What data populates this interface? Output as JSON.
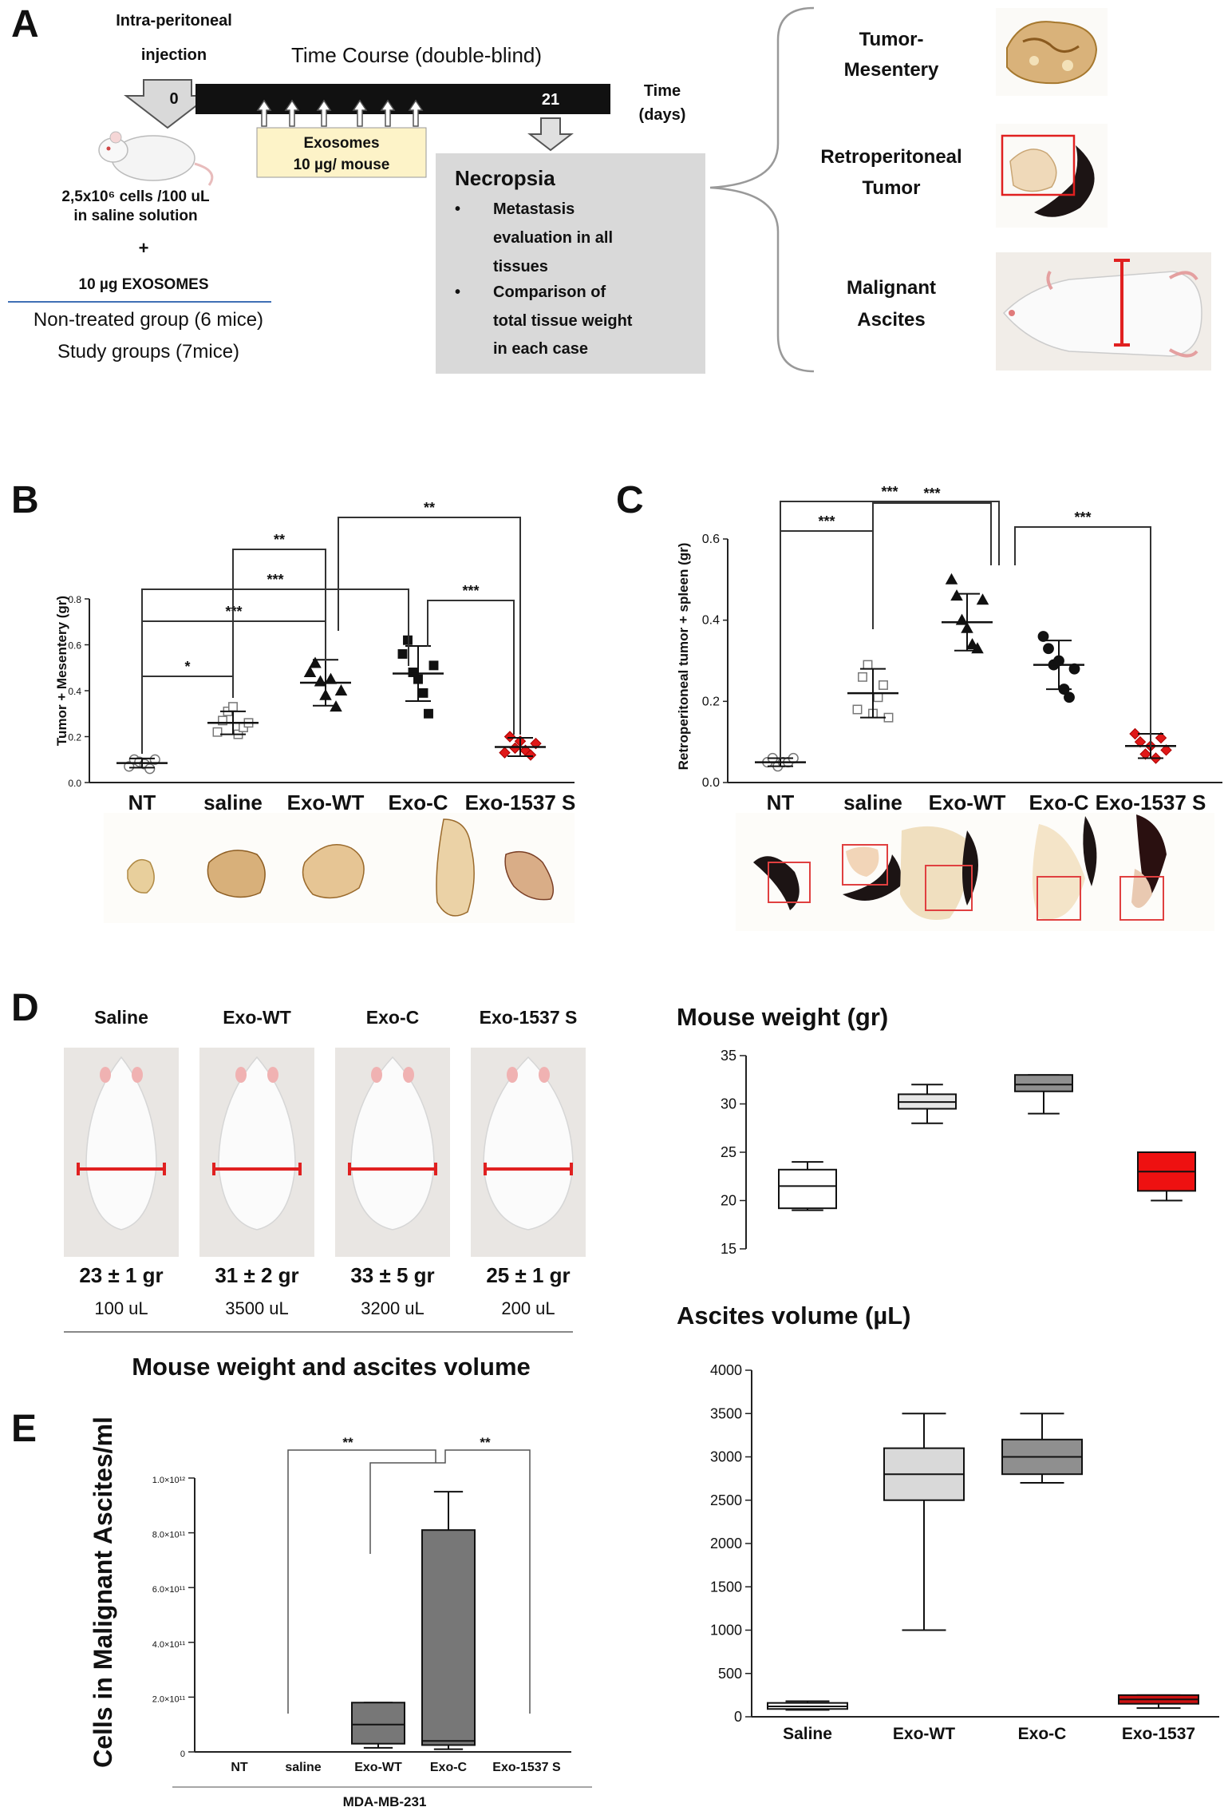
{
  "panelA": {
    "letter": "A",
    "injection_label_1": "Intra-peritoneal",
    "injection_label_2": "injection",
    "timecourse_label": "Time Course (double-blind)",
    "day_start": "0",
    "day_end": "21",
    "time_label_1": "Time",
    "time_label_2": "(days)",
    "exosomes_label_1": "Exosomes",
    "exosomes_label_2": "10 µg/ mouse",
    "cells_label_1": "2,5x10⁶ cells /100 uL",
    "cells_label_2": "in saline solution",
    "plus": "+",
    "exo_dose": "10 µg EXOSOMES",
    "group_nt": "Non-treated group (6 mice)",
    "group_study": "Study groups (7mice)",
    "necropsia_title": "Necropsia",
    "bullet_1_lines": [
      "Metastasis",
      "evaluation in all",
      "tissues"
    ],
    "bullet_2_lines": [
      "Comparison of",
      "total tissue weight",
      "in each case"
    ],
    "right_1_lines": [
      "Tumor-",
      "Mesentery"
    ],
    "right_2_lines": [
      "Retroperitoneal",
      "Tumor"
    ],
    "right_3_lines": [
      "Malignant",
      "Ascites"
    ]
  },
  "panelB": {
    "letter": "B",
    "chart_data": {
      "type": "scatter",
      "ylabel": "Tumor + Mesentery (gr)",
      "categories": [
        "NT",
        "saline",
        "Exo-WT",
        "Exo-C",
        "Exo-1537 S"
      ],
      "ylim": [
        0,
        0.8
      ],
      "yticks": [
        "0.0",
        "0.2",
        "0.4",
        "0.6",
        "0.8"
      ],
      "points": [
        [
          0.07,
          0.1,
          0.09,
          0.08,
          0.06,
          0.1
        ],
        [
          0.22,
          0.27,
          0.31,
          0.33,
          0.21,
          0.24,
          0.26
        ],
        [
          0.48,
          0.52,
          0.44,
          0.38,
          0.45,
          0.33,
          0.4
        ],
        [
          0.56,
          0.62,
          0.48,
          0.45,
          0.39,
          0.3,
          0.51
        ],
        [
          0.13,
          0.2,
          0.15,
          0.18,
          0.14,
          0.12,
          0.17
        ]
      ],
      "means": [
        0.085,
        0.26,
        0.435,
        0.475,
        0.155
      ],
      "sds": [
        0.02,
        0.05,
        0.1,
        0.12,
        0.04
      ],
      "brackets": [
        {
          "from": 0,
          "to": 1,
          "label": "*"
        },
        {
          "from": 0,
          "to": 2,
          "label": "***"
        },
        {
          "from": 0,
          "to": 3,
          "label": "***"
        },
        {
          "from": 1,
          "to": 2,
          "label": "**"
        },
        {
          "from": 2,
          "to": 4,
          "label": "**"
        },
        {
          "from": 3,
          "to": 4,
          "label": "***"
        }
      ]
    }
  },
  "panelC": {
    "letter": "C",
    "chart_data": {
      "type": "scatter",
      "ylabel": "Retroperitoneal tumor + spleen (gr)",
      "categories": [
        "NT",
        "saline",
        "Exo-WT",
        "Exo-C",
        "Exo-1537 S"
      ],
      "ylim": [
        0,
        0.6
      ],
      "yticks": [
        "0.0",
        "0.2",
        "0.4",
        "0.6"
      ],
      "points": [
        [
          0.05,
          0.06,
          0.04,
          0.05,
          0.05,
          0.06
        ],
        [
          0.18,
          0.26,
          0.29,
          0.17,
          0.21,
          0.24,
          0.16
        ],
        [
          0.5,
          0.46,
          0.4,
          0.38,
          0.34,
          0.33,
          0.45
        ],
        [
          0.36,
          0.33,
          0.29,
          0.3,
          0.23,
          0.21,
          0.28
        ],
        [
          0.12,
          0.1,
          0.07,
          0.09,
          0.06,
          0.11,
          0.08
        ]
      ],
      "means": [
        0.05,
        0.22,
        0.395,
        0.29,
        0.09
      ],
      "sds": [
        0.01,
        0.06,
        0.07,
        0.06,
        0.03
      ],
      "brackets": [
        {
          "from": 0,
          "to": 1,
          "label": "***"
        },
        {
          "from": 0,
          "to": 2,
          "label": "***"
        },
        {
          "from": 1,
          "to": 2,
          "label": "***"
        },
        {
          "from": 2,
          "to": 4,
          "label": "***"
        }
      ]
    }
  },
  "panelD": {
    "letter": "D",
    "mice": [
      {
        "name": "Saline",
        "weight": "23 ± 1 gr",
        "volume": "100 uL"
      },
      {
        "name": "Exo-WT",
        "weight": "31 ± 2 gr",
        "volume": "3500 uL"
      },
      {
        "name": "Exo-C",
        "weight": "33 ± 5 gr",
        "volume": "3200 uL"
      },
      {
        "name": "Exo-1537 S",
        "weight": "25 ±  1 gr",
        "volume": "200 uL"
      }
    ],
    "caption": "Mouse  weight and ascites volume"
  },
  "weightChart": {
    "chart_data": {
      "type": "box",
      "title": "Mouse  weight (gr)",
      "ylim": [
        15,
        35
      ],
      "yticks": [
        "15",
        "20",
        "25",
        "30",
        "35"
      ],
      "boxes": [
        {
          "min": 19,
          "q1": 19.2,
          "median": 21.5,
          "q3": 23.2,
          "max": 24,
          "color": "#ffffff"
        },
        {
          "min": 28,
          "q1": 29.5,
          "median": 30.2,
          "q3": 31.0,
          "max": 32,
          "color": "#e6e6e6"
        },
        {
          "min": 29,
          "q1": 31.3,
          "median": 32.0,
          "q3": 33.0,
          "max": 33,
          "color": "#8f8f8f"
        },
        {
          "min": 20,
          "q1": 21.0,
          "median": 23.0,
          "q3": 25.0,
          "max": 25,
          "color": "#ee1111"
        }
      ]
    }
  },
  "ascitesChart": {
    "chart_data": {
      "type": "box",
      "title": "Ascites  volume (µL)",
      "categories": [
        "Saline",
        "Exo-WT",
        "Exo-C",
        "Exo-1537"
      ],
      "ylim": [
        0,
        4000
      ],
      "yticks": [
        "0",
        "500",
        "1000",
        "1500",
        "2000",
        "2500",
        "3000",
        "3500",
        "4000"
      ],
      "boxes": [
        {
          "min": 80,
          "q1": 90,
          "median": 120,
          "q3": 160,
          "max": 180,
          "color": "#ffffff"
        },
        {
          "min": 1000,
          "q1": 2500,
          "median": 2800,
          "q3": 3100,
          "max": 3500,
          "color": "#d9d9d9"
        },
        {
          "min": 2700,
          "q1": 2800,
          "median": 3000,
          "q3": 3200,
          "max": 3500,
          "color": "#8f8f8f"
        },
        {
          "min": 100,
          "q1": 150,
          "median": 200,
          "q3": 250,
          "max": 250,
          "color": "#cc1111"
        }
      ]
    }
  },
  "panelE": {
    "letter": "E",
    "chart_data": {
      "type": "box",
      "ylabel": "Cells in Malignant Ascites/ml",
      "xlabel": "MDA-MB-231",
      "categories": [
        "NT",
        "saline",
        "Exo-WT",
        "Exo-C",
        "Exo-1537 S"
      ],
      "ylim": [
        0,
        1000000000000.0
      ],
      "yticks": [
        "0",
        "2.0×10¹¹",
        "4.0×10¹¹",
        "6.0×10¹¹",
        "8.0×10¹¹",
        "1.0×10¹²"
      ],
      "boxes": [
        null,
        null,
        {
          "min": 15000000000.0,
          "q1": 30000000000.0,
          "median": 100000000000.0,
          "q3": 180000000000.0,
          "max": 180000000000.0,
          "color": "#777777"
        },
        {
          "min": 10000000000.0,
          "q1": 25000000000.0,
          "median": 40000000000.0,
          "q3": 810000000000.0,
          "max": 950000000000.0,
          "color": "#777777"
        },
        null
      ],
      "brackets": [
        {
          "label": "**"
        },
        {
          "label": "**"
        }
      ]
    }
  }
}
